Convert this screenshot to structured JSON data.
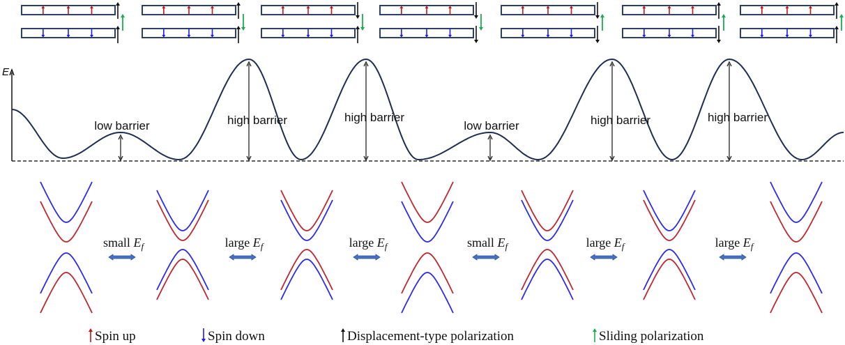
{
  "colors": {
    "layer_border": "#2e3f66",
    "spin_up": "#c0161b",
    "spin_down": "#1a1aff",
    "displacement": "#111111",
    "sliding": "#1aad4f",
    "energy_curve": "#1f2d52",
    "band_red": "#c0272d",
    "band_blue": "#2b2bf0",
    "double_arrow": "#4472c4"
  },
  "stacking_panels": [
    {
      "top_displacement": "up",
      "bottom_displacement": "up",
      "sliding": "up"
    },
    {
      "top_displacement": "up",
      "bottom_displacement": "up",
      "sliding": "down"
    },
    {
      "top_displacement": "down",
      "bottom_displacement": "up",
      "sliding": "down"
    },
    {
      "top_displacement": "down",
      "bottom_displacement": "down",
      "sliding": "down"
    },
    {
      "top_displacement": "down",
      "bottom_displacement": "down",
      "sliding": "up"
    },
    {
      "top_displacement": "up",
      "bottom_displacement": "down",
      "sliding": "up"
    },
    {
      "top_displacement": "up",
      "bottom_displacement": "up",
      "sliding": "up"
    }
  ],
  "energy_profile": {
    "axis_label": "E",
    "barriers": [
      {
        "label": "low barrier",
        "height": "low"
      },
      {
        "label": "high barrier",
        "height": "high"
      },
      {
        "label": "high barrier",
        "height": "high"
      },
      {
        "label": "low barrier",
        "height": "low"
      },
      {
        "label": "high barrier",
        "height": "high"
      },
      {
        "label": "high barrier",
        "height": "high"
      }
    ]
  },
  "band_panels": [
    {
      "conduction_top": "blue",
      "valence_top": "blue",
      "splitting": "large"
    },
    {
      "conduction_top": "blue",
      "valence_top": "blue",
      "splitting": "small"
    },
    {
      "conduction_top": "red",
      "valence_top": "red",
      "splitting": "small"
    },
    {
      "conduction_top": "red",
      "valence_top": "red",
      "splitting": "large"
    },
    {
      "conduction_top": "red",
      "valence_top": "red",
      "splitting": "small"
    },
    {
      "conduction_top": "blue",
      "valence_top": "blue",
      "splitting": "small"
    },
    {
      "conduction_top": "blue",
      "valence_top": "blue",
      "splitting": "large"
    }
  ],
  "transitions": [
    {
      "size": "small",
      "symbol": "E",
      "subscript": "f"
    },
    {
      "size": "large",
      "symbol": "E",
      "subscript": "f"
    },
    {
      "size": "large",
      "symbol": "E",
      "subscript": "f"
    },
    {
      "size": "small",
      "symbol": "E",
      "subscript": "f"
    },
    {
      "size": "large",
      "symbol": "E",
      "subscript": "f"
    },
    {
      "size": "large",
      "symbol": "E",
      "subscript": "f"
    }
  ],
  "legend": [
    {
      "icon": "arrow-up",
      "color_key": "spin_up",
      "label": "Spin up"
    },
    {
      "icon": "arrow-down",
      "color_key": "spin_down",
      "label": "Spin down"
    },
    {
      "icon": "arrow-up",
      "color_key": "displacement",
      "label": "Displacement-type polarization"
    },
    {
      "icon": "arrow-up",
      "color_key": "sliding",
      "label": "Sliding polarization"
    }
  ]
}
